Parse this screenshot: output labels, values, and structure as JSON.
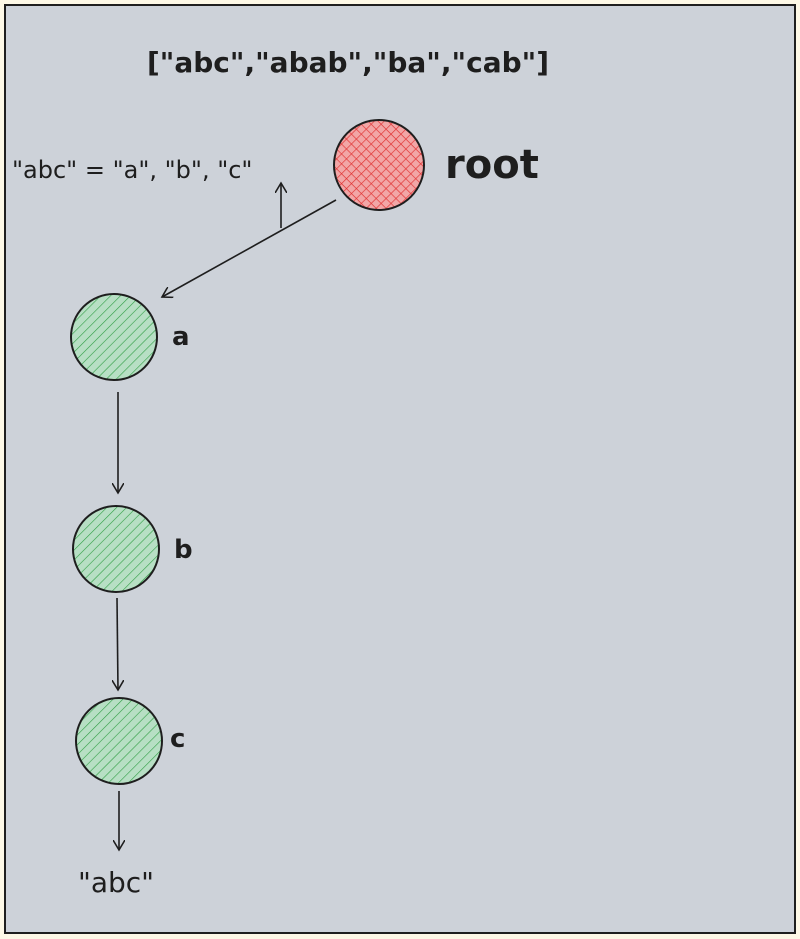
{
  "words_array": "[\"abc\",\"abab\",\"ba\",\"cab\"]",
  "annotation": "\"abc\" = \"a\", \"b\", \"c\"",
  "root": {
    "label": "root"
  },
  "nodes": [
    {
      "label": "a"
    },
    {
      "label": "b"
    },
    {
      "label": "c"
    }
  ],
  "leaf": {
    "label": "\"abc\""
  },
  "colors": {
    "background": "#cdd2d9",
    "border": "#1e1e1e",
    "root_fill": "#f2a6a6",
    "root_hatch": "#e03131",
    "node_fill": "#b7dfc4",
    "node_hatch": "#2f9e44",
    "stroke": "#1e1e1e"
  }
}
